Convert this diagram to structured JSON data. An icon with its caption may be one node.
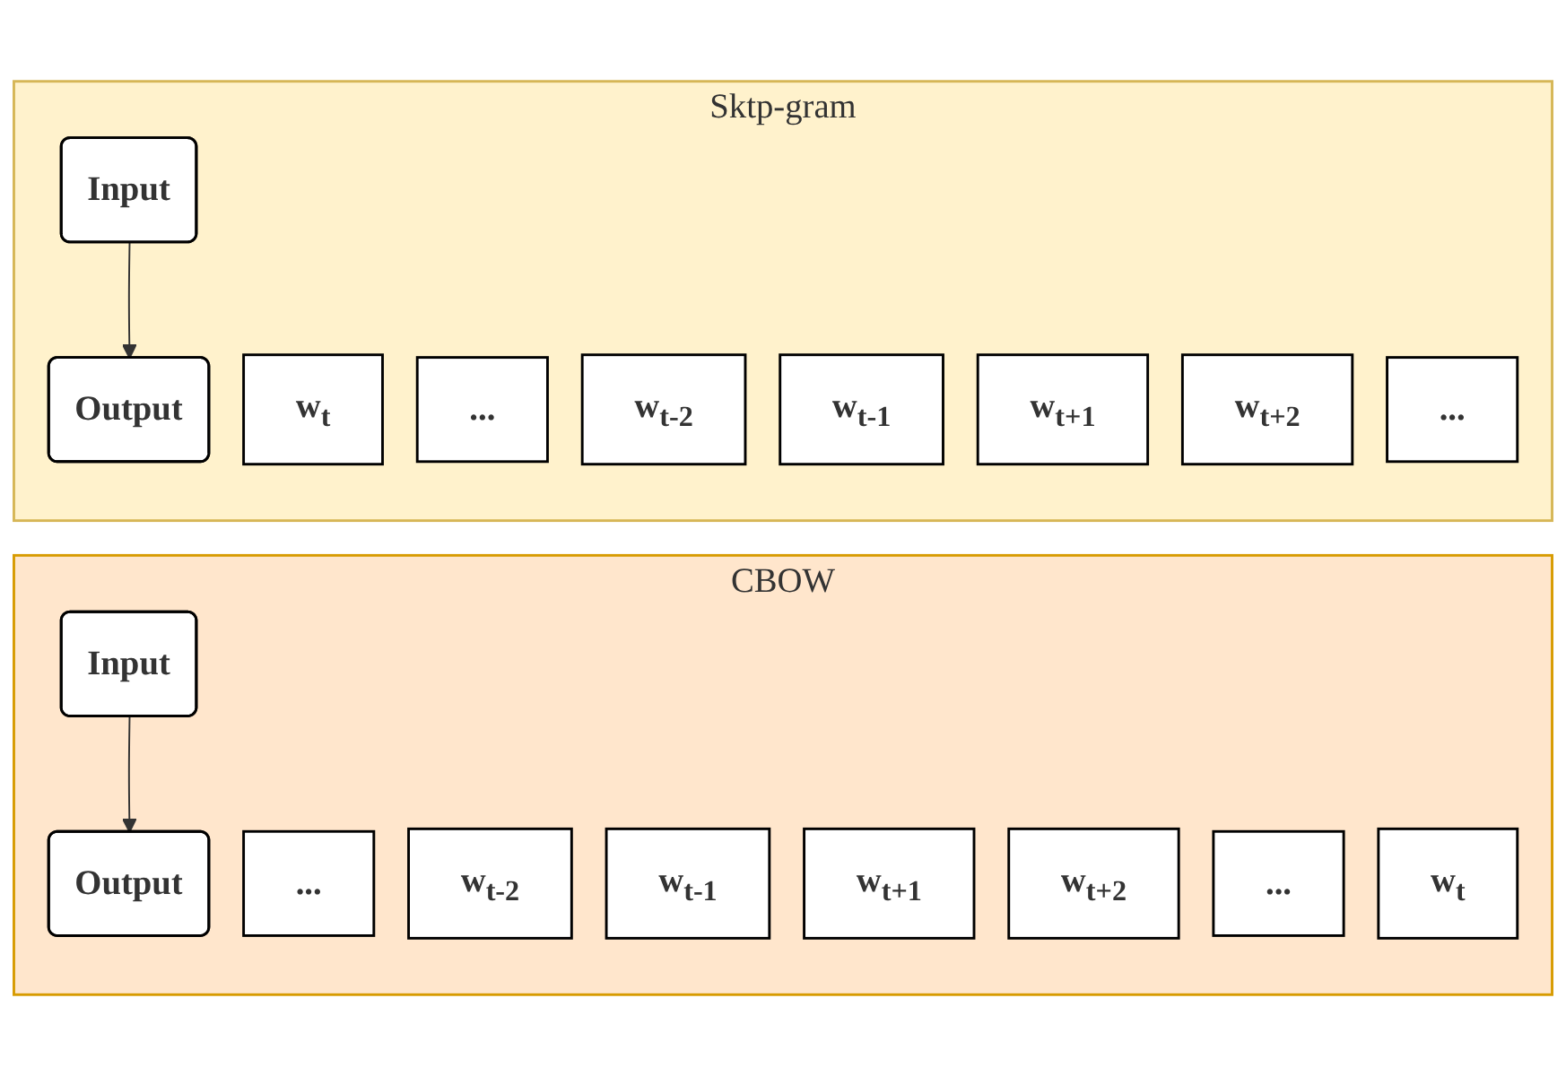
{
  "diagram": {
    "nodes": [
      {
        "text": [
          "CBOW"
        ]
      },
      {
        "text": [
          "Input"
        ],
        "in": 0
      },
      {
        "text": [
          "Output"
        ],
        "in": 0
      },
      {
        "text": [
          "..."
        ],
        "in": 0
      },
      {
        "text": [
          "w$_{t-2}$"
        ],
        "in": 0
      },
      {
        "text": [
          "w$_{t-1}$"
        ],
        "in": 0
      },
      {
        "text": [
          "w$_{t+1}$"
        ],
        "in": 0
      },
      {
        "text": [
          "w$_{t+2}$"
        ],
        "in": 0
      },
      {
        "text": [
          "..."
        ],
        "in": 0
      },
      {
        "text": [
          "w$_{t}$"
        ],
        "in": 0
      },
      {
        "text": [
          "Sktp-gram"
        ]
      },
      {
        "text": [
          "Input"
        ],
        "in": 10
      },
      {
        "text": [
          "Output"
        ],
        "in": 10
      },
      {
        "text": [
          "w$_{t}$"
        ],
        "in": 10
      },
      {
        "text": [
          "..."
        ],
        "in": 10
      },
      {
        "text": [
          "w$_{t-2}$"
        ],
        "in": 10
      },
      {
        "text": [
          "w$_{t-1}$"
        ],
        "in": 10
      },
      {
        "text": [
          "w$_{t+1}$"
        ],
        "in": 10
      },
      {
        "text": [
          "w$_{t+2}$"
        ],
        "in": 10
      },
      {
        "text": [
          "..."
        ],
        "in": 10
      }
    ],
    "edges": [
      {
        "from": 1,
        "to": 2,
        "arrow": "to"
      },
      {
        "from": 11,
        "to": 12,
        "arrow": "to"
      }
    ]
  }
}
